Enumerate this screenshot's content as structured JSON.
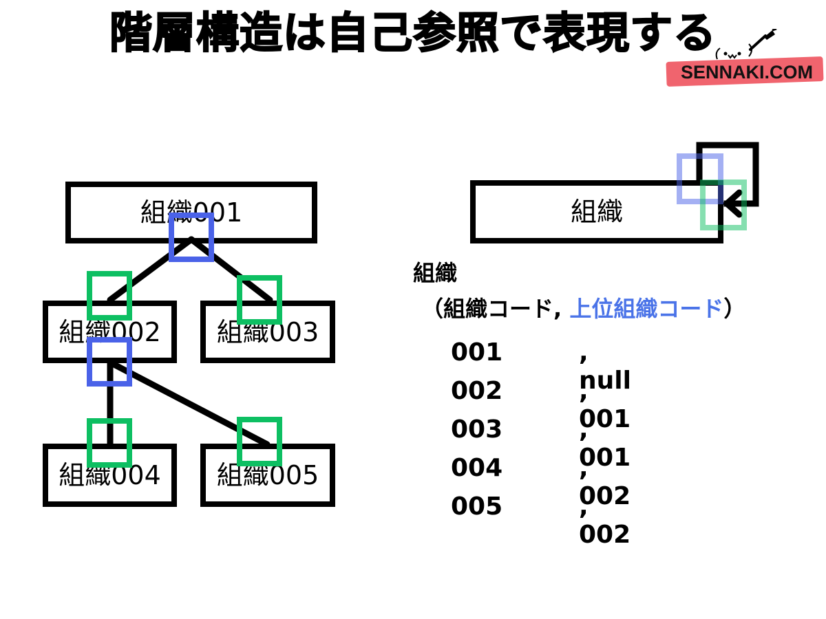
{
  "title": "階層構造は自己参照で表現する",
  "brand": {
    "site": "SENNAKI.COM",
    "mascot_icon": "brush-mascot-icon"
  },
  "colors": {
    "primary_key": "#4a62e8",
    "foreign_key": "#0dbf62",
    "brand_bar": "#f0646e",
    "fk_text": "#4a73e8"
  },
  "tree": {
    "nodes": [
      {
        "id": "n001",
        "label": "組織001"
      },
      {
        "id": "n002",
        "label": "組織002"
      },
      {
        "id": "n003",
        "label": "組織003"
      },
      {
        "id": "n004",
        "label": "組織004"
      },
      {
        "id": "n005",
        "label": "組織005"
      }
    ],
    "edges": [
      {
        "from": "n001",
        "to": "n002"
      },
      {
        "from": "n001",
        "to": "n003"
      },
      {
        "from": "n002",
        "to": "n004"
      },
      {
        "from": "n002",
        "to": "n005"
      }
    ]
  },
  "entity": {
    "box_label": "組織",
    "name": "組織",
    "columns_open": "（組織コード, ",
    "columns_fk": "上位組織コード",
    "columns_close": "）"
  },
  "records": [
    {
      "code": "001",
      "parent": ", null"
    },
    {
      "code": "002",
      "parent": ", 001"
    },
    {
      "code": "003",
      "parent": ", 001"
    },
    {
      "code": "004",
      "parent": ", 002"
    },
    {
      "code": "005",
      "parent": ", 002"
    }
  ]
}
